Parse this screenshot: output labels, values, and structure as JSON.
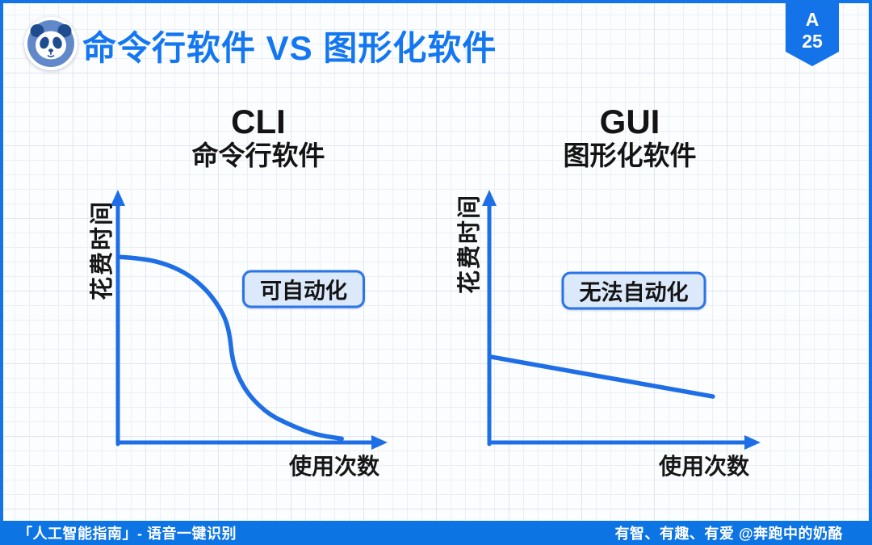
{
  "slide": {
    "header": {
      "title": "命令行软件 VS 图形化软件",
      "logo_icon": "panda-icon",
      "badge": {
        "letter": "A",
        "number": "25"
      }
    },
    "footer": {
      "left": "「人工智能指南」-  语音一键识别",
      "right": "有智、有趣、有爱  @奔跑中的奶酪"
    },
    "colors": {
      "accent": "#1e6fe6",
      "title_blue": "#1377f2",
      "frame_blue": "#1374e8",
      "footer_bg": "#0d74e4",
      "badge_bg": "#1573e9",
      "box_fill": "#dce9fb",
      "box_border": "#2b74e8"
    }
  },
  "chart_data": [
    {
      "type": "line",
      "title": "CLI",
      "subtitle": "命令行软件",
      "xlabel": "使用次数",
      "ylabel": "花费时间",
      "annotation": "可自动化",
      "x_range": [
        0,
        1
      ],
      "y_range": [
        0,
        1
      ],
      "grid": false,
      "legend": "none",
      "points": [
        [
          0.002,
          0.739
        ],
        [
          0.092,
          0.733
        ],
        [
          0.183,
          0.71
        ],
        [
          0.263,
          0.669
        ],
        [
          0.323,
          0.615
        ],
        [
          0.364,
          0.562
        ],
        [
          0.394,
          0.508
        ],
        [
          0.409,
          0.465
        ],
        [
          0.419,
          0.412
        ],
        [
          0.424,
          0.358
        ],
        [
          0.434,
          0.304
        ],
        [
          0.454,
          0.251
        ],
        [
          0.484,
          0.197
        ],
        [
          0.524,
          0.149
        ],
        [
          0.574,
          0.106
        ],
        [
          0.635,
          0.074
        ],
        [
          0.695,
          0.047
        ],
        [
          0.755,
          0.028
        ],
        [
          0.835,
          0.015
        ]
      ]
    },
    {
      "type": "line",
      "title": "GUI",
      "subtitle": "图形化软件",
      "xlabel": "使用次数",
      "ylabel": "花费时间",
      "annotation": "无法自动化",
      "x_range": [
        0,
        1
      ],
      "y_range": [
        0,
        1
      ],
      "grid": false,
      "legend": "none",
      "points": [
        [
          0.006,
          0.341
        ],
        [
          0.824,
          0.183
        ]
      ]
    }
  ]
}
